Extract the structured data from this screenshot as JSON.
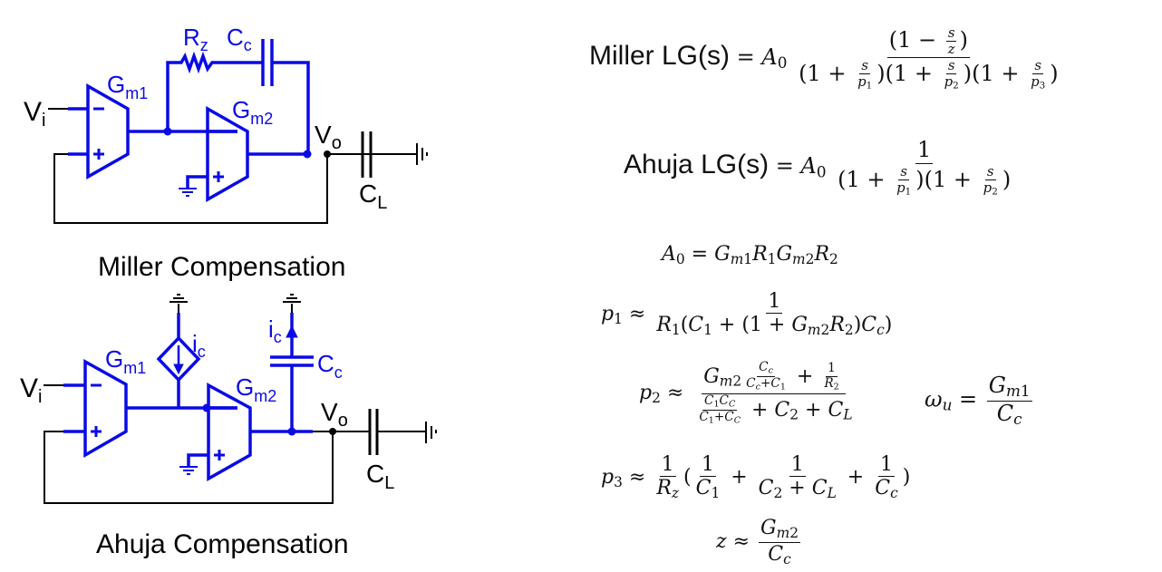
{
  "diagram": {
    "miller": {
      "caption": "Miller Compensation",
      "labels": {
        "vin": "V",
        "vin_sub": "i",
        "vout": "V",
        "vout_sub": "o",
        "gm1": "G",
        "gm1_sub": "m1",
        "gm2": "G",
        "gm2_sub": "m2",
        "rz": "R",
        "rz_sub": "z",
        "cc": "C",
        "cc_sub": "c",
        "cl": "C",
        "cl_sub": "L",
        "minus": "−",
        "plus": "+"
      }
    },
    "ahuja": {
      "caption": "Ahuja Compensation",
      "labels": {
        "vin": "V",
        "vin_sub": "i",
        "vout": "V",
        "vout_sub": "o",
        "gm1": "G",
        "gm1_sub": "m1",
        "gm2": "G",
        "gm2_sub": "m2",
        "ic1": "i",
        "ic1_sub": "c",
        "ic2": "i",
        "ic2_sub": "c",
        "cc": "C",
        "cc_sub": "c",
        "cl": "C",
        "cl_sub": "L",
        "minus": "−",
        "plus": "+"
      }
    },
    "colors": {
      "circuit_blue": "#0a0ae6",
      "wire_black": "#000000"
    }
  },
  "equations": {
    "miller_lg": {
      "label": "Miller LG(s)",
      "latex": "A_0\\frac{(1-\\frac{s}{z})}{(1+\\frac{s}{p_1})(1+\\frac{s}{p_2})(1+\\frac{s}{p_3})}"
    },
    "ahuja_lg": {
      "label": "Ahuja LG(s)",
      "latex": "A_0\\frac{1}{(1+\\frac{s}{p_1})(1+\\frac{s}{p_2})}"
    },
    "a0": "A_0 = G_{m1}R_1G_{m2}R_2",
    "p1": "p_1 \\approx \\frac{1}{R_1(C_1+(1+G_{m2}R_2)C_c)}",
    "p2": "p_2 \\approx \\frac{G_{m2}\\frac{C_c}{C_c+C_1}+\\frac{1}{R_2}}{\\frac{C_1C_C}{C_1+C_C}+C_2+C_L}",
    "p3": "p_3 \\approx \\frac{1}{R_z}(\\frac{1}{C_1}+\\frac{1}{C_2+C_L}+\\frac{1}{C_c})",
    "z": "z \\approx \\frac{G_{m2}}{C_c}",
    "wu": "\\omega_u = \\frac{G_{m1}}{C_c}"
  },
  "text": {
    "eq": "=",
    "approx": "≈",
    "one": "1",
    "plus": "+",
    "minus": "−",
    "lp": "(",
    "rp": ")"
  }
}
